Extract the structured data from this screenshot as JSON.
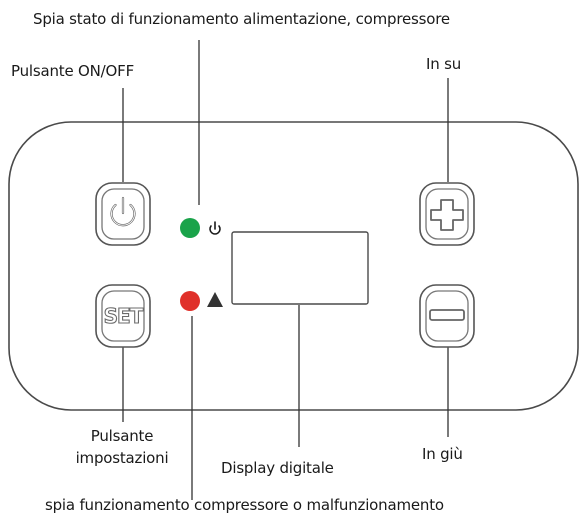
{
  "labels": {
    "top_indicator": "Spia stato di funzionamento alimentazione, compressore",
    "power_button": "Pulsante ON/OFF",
    "up": "In su",
    "settings_button_line1": "Pulsante",
    "settings_button_line2": "impostazioni",
    "display": "Display digitale",
    "down": "In giù",
    "bottom_indicator": "spia funzionamento compressore o malfunzionamento"
  },
  "buttons": {
    "set_label": "SET"
  },
  "colors": {
    "indicator_power": "#1aa34a",
    "indicator_fault": "#e0302a",
    "panel_stroke": "#4a4a4a",
    "button_stroke": "#555555"
  },
  "icons": {
    "power": "power-icon",
    "plus": "plus-icon",
    "minus": "minus-icon",
    "power_small": "power-symbol-icon",
    "warning": "triangle-warning-icon"
  }
}
